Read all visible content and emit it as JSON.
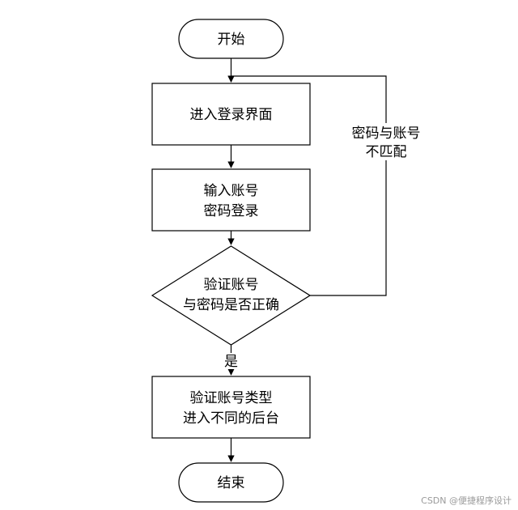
{
  "diagram": {
    "nodes": {
      "start": {
        "lines": [
          "开始"
        ]
      },
      "login_screen": {
        "lines": [
          "进入登录界面"
        ]
      },
      "enter_credentials": {
        "lines": [
          "输入账号",
          "密码登录"
        ]
      },
      "verify": {
        "lines": [
          "验证账号",
          "与密码是否正确"
        ]
      },
      "enter_backend": {
        "lines": [
          "验证账号类型",
          "进入不同的后台"
        ]
      },
      "end": {
        "lines": [
          "结束"
        ]
      }
    },
    "edges": {
      "yes_label": "是",
      "mismatch_label": [
        "密码与账号",
        "不匹配"
      ]
    }
  },
  "watermark": "CSDN @便捷程序设计"
}
